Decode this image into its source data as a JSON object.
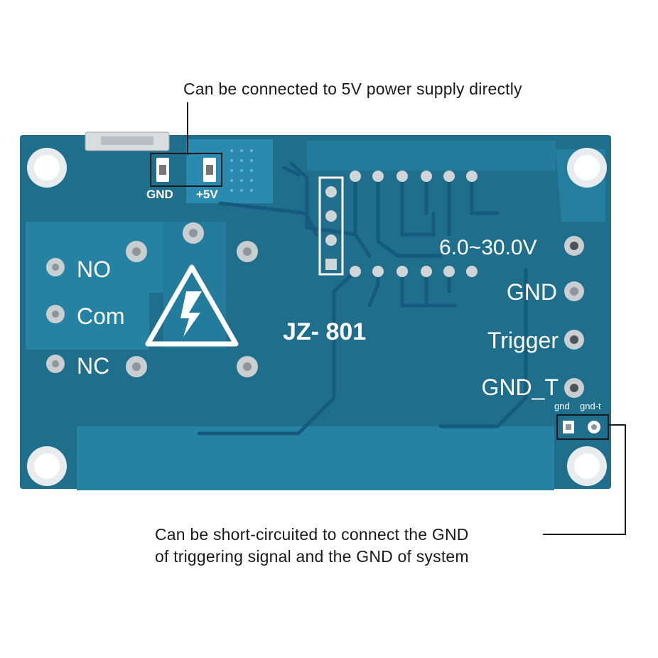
{
  "captions": {
    "top": "Can be connected to 5V power supply directly",
    "bottom_line1": "Can be short-circuited to connect the GND",
    "bottom_line2": "of triggering signal and the GND of system"
  },
  "board": {
    "model": "JZ- 801",
    "power_pads": {
      "gnd": "GND",
      "plus5v": "+5V"
    },
    "relay_terminals": [
      "NO",
      "Com",
      "NC"
    ],
    "input_terminals": [
      "6.0~30.0V",
      "GND",
      "Trigger",
      "GND_T"
    ],
    "jumper_labels": {
      "gnd": "gnd",
      "gnd_t": "gnd-t"
    }
  },
  "colors": {
    "pcb": "#1f6e8c",
    "pcb_light": "#2b86a8",
    "trace": "#15577a",
    "silk": "#ffffff"
  }
}
